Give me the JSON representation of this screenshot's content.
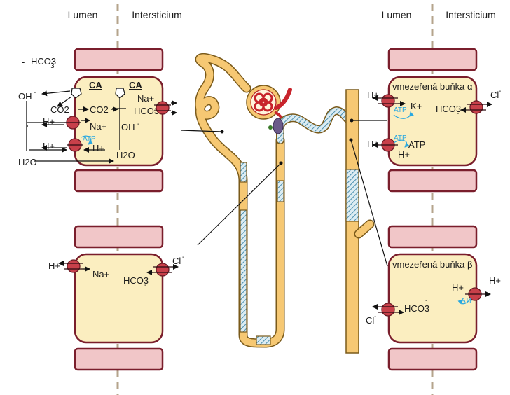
{
  "headers": {
    "lumen": "Lumen",
    "intersticium": "Intersticium"
  },
  "cell_proximal": {
    "ca_left": "CA",
    "ca_right": "CA",
    "hco3_top": "HCO3",
    "oh_left": "OH",
    "co2_left": "CO2",
    "co2_mid": "CO2",
    "h_left_1": "H+",
    "na_mid": "Na+",
    "h_left_2": "H+",
    "atp": "ATP",
    "h_mid": "H+",
    "oh_mid": "OH",
    "na_right": "Na+",
    "hco3_right": "HCO3",
    "h2o_left": "H2O",
    "h2o_mid": "H2O"
  },
  "cell_distal": {
    "h_left": "H+",
    "na": "Na+",
    "hco3": "HCO3",
    "cl": "Cl"
  },
  "cell_alpha": {
    "title": "vmezeřená buňka α",
    "h_1": "H+",
    "k": "K+",
    "atp_1": "ATP",
    "hco3": "HCO3",
    "cl": "Cl",
    "h_2": "H+",
    "atp_2": "ATP",
    "atp_label": "ATP",
    "h_3": "H+"
  },
  "cell_beta": {
    "title": "vmezeřená buňka β",
    "h_in": "H+",
    "h_out": "H+",
    "atp": "ATP",
    "hco3": "HCO3",
    "cl": "Cl"
  },
  "colors": {
    "cell_fill": "#fbeec0",
    "cell_border": "#7a1e2c",
    "capillary_fill": "#f1c6c8",
    "transporter": "#c8404a",
    "tubule": "#f6c873",
    "tubule_hatched": "#a9d3e2",
    "atp_accent": "#29a8e0"
  }
}
